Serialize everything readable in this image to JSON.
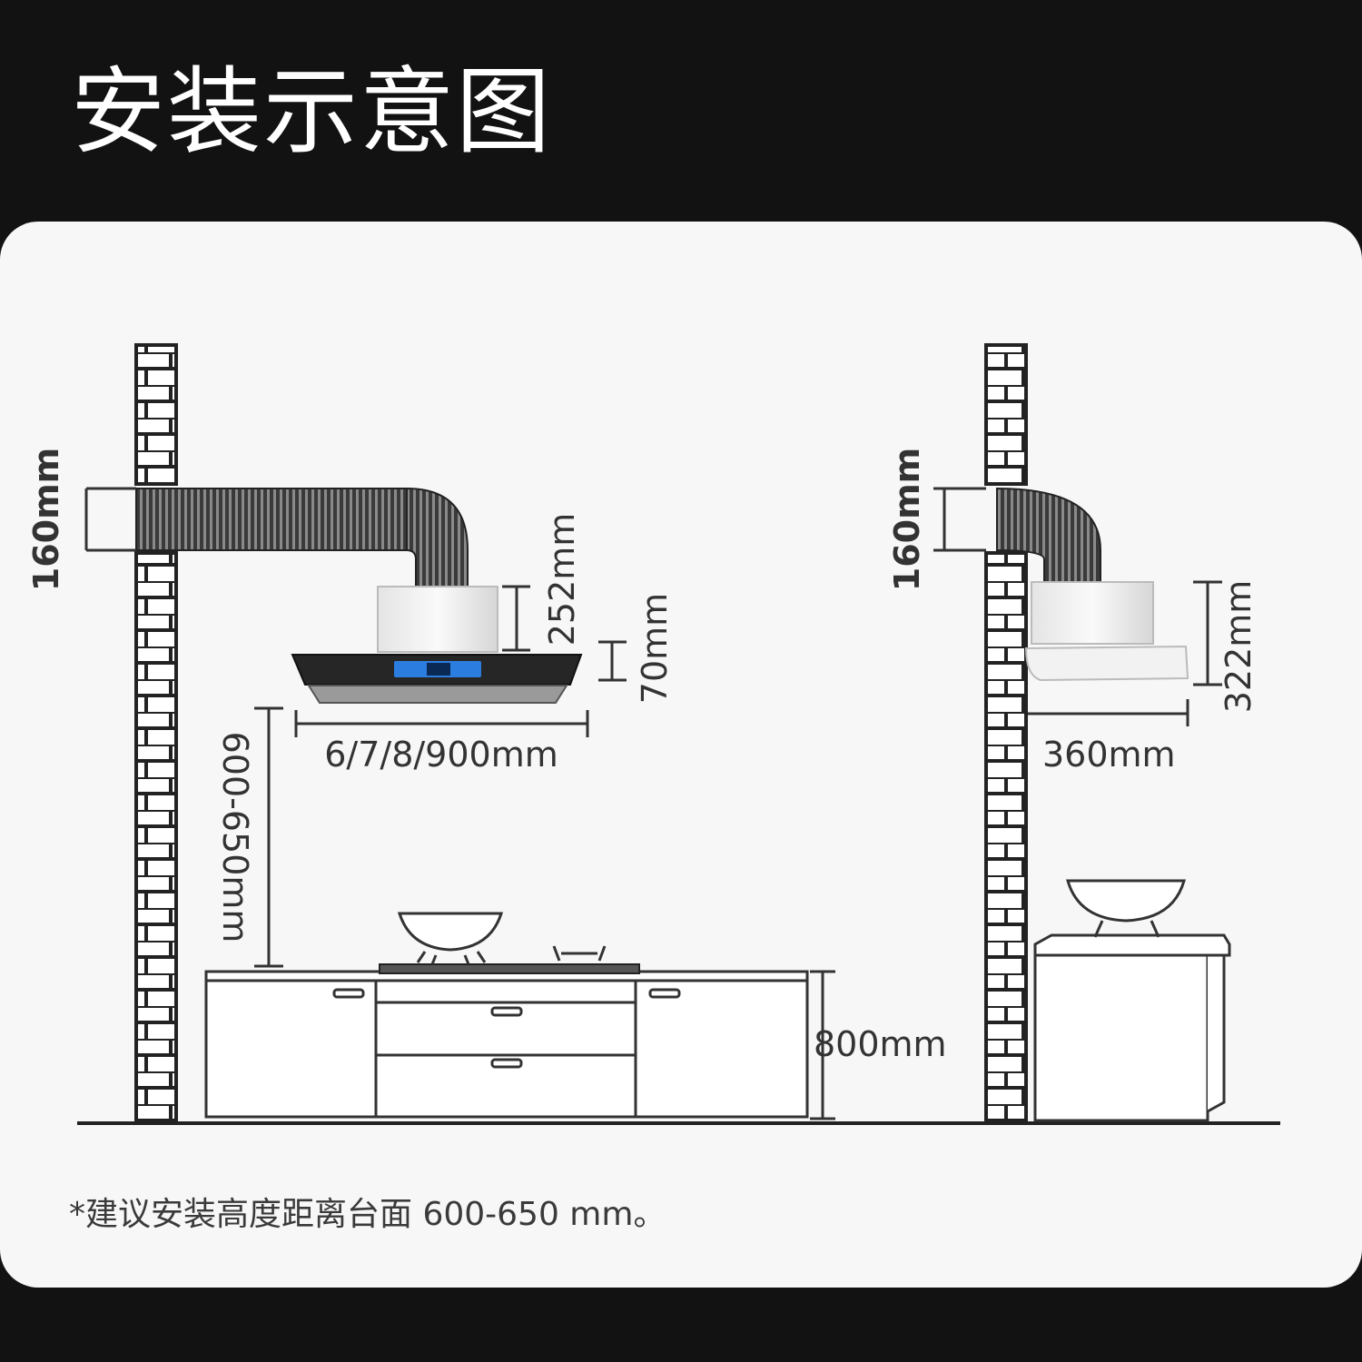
{
  "title": "安装示意图",
  "colors": {
    "background": "#121212",
    "panel": "#f7f7f7",
    "line": "#222222",
    "hood_dark": "#262626",
    "screen_blue": "#2b7de0"
  },
  "left_diagram": {
    "duct_diameter": "160mm",
    "chimney_height": "252mm",
    "hood_thickness": "70mm",
    "hood_width": "6/7/8/900mm",
    "mount_height": "600-650mm",
    "counter_height": "800mm"
  },
  "right_diagram": {
    "duct_diameter": "160mm",
    "hood_height": "322mm",
    "hood_depth": "360mm"
  },
  "note": "*建议安装高度距离台面 600-650 mm。"
}
